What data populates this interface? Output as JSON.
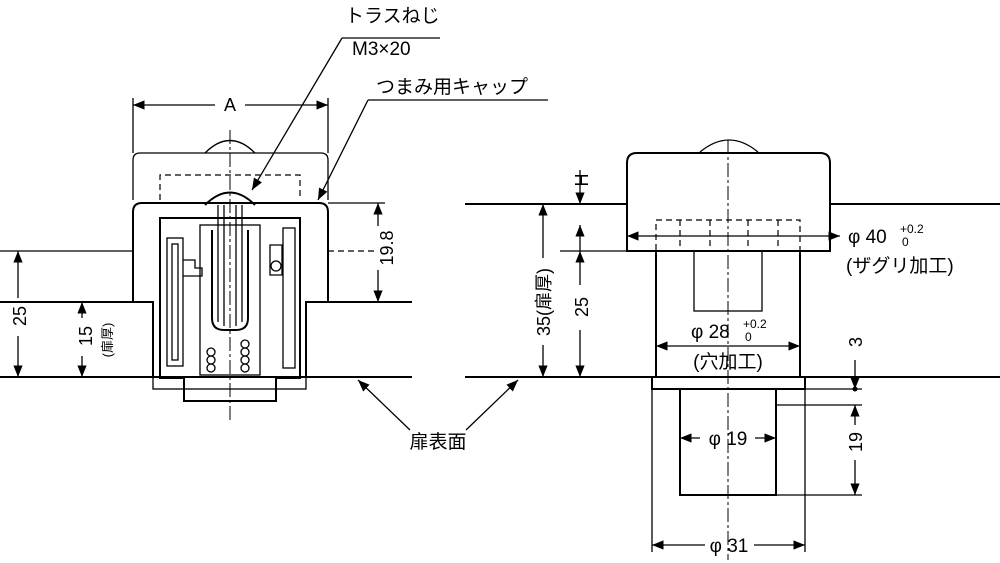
{
  "labels": {
    "screw_name": "トラスねじ",
    "screw_size": "M3×20",
    "cap": "つまみ用キャップ",
    "door_surface": "扉表面",
    "dim_A": "A",
    "dim_H": "H",
    "dim_19_8": "19.8",
    "dim_25_left": "25",
    "dim_15": "15",
    "door_thickness_left": "(扉厚)",
    "dim_35": "35(扉厚)",
    "dim_25_right": "25",
    "counterbore_dia": "φ 40",
    "counterbore_tol_upper": "+0.2",
    "counterbore_tol_lower": "0",
    "counterbore_note": "(ザグリ加工)",
    "hole_dia": "φ 28",
    "hole_tol_upper": "+0.2",
    "hole_tol_lower": "0",
    "hole_note": "(穴加工)",
    "dim_3": "3",
    "dim_phi19": "φ 19",
    "dim_19_vert": "19",
    "dim_phi31": "φ 31"
  }
}
